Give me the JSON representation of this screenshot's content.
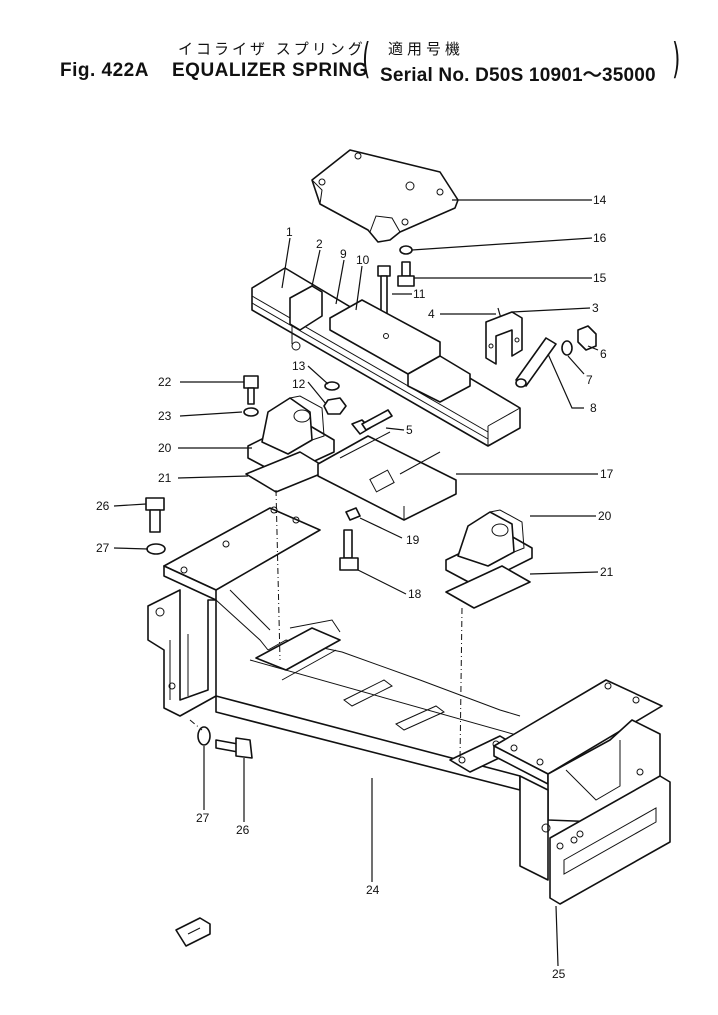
{
  "header": {
    "jp_title": "イコライザ スプリング",
    "jp_applicability": "適用号機",
    "fig_label": "Fig. 422A",
    "title": "EQUALIZER SPRING",
    "serial": "Serial No. D50S 10901～35000"
  },
  "callouts": [
    {
      "id": "c14",
      "label": "14"
    },
    {
      "id": "c16",
      "label": "16"
    },
    {
      "id": "c15",
      "label": "15"
    },
    {
      "id": "c1",
      "label": "1"
    },
    {
      "id": "c2",
      "label": "2"
    },
    {
      "id": "c9",
      "label": "9"
    },
    {
      "id": "c10",
      "label": "10"
    },
    {
      "id": "c11",
      "label": "11"
    },
    {
      "id": "c4",
      "label": "4"
    },
    {
      "id": "c3",
      "label": "3"
    },
    {
      "id": "c6",
      "label": "6"
    },
    {
      "id": "c7",
      "label": "7"
    },
    {
      "id": "c8",
      "label": "8"
    },
    {
      "id": "c13",
      "label": "13"
    },
    {
      "id": "c12",
      "label": "12"
    },
    {
      "id": "c22",
      "label": "22"
    },
    {
      "id": "c23",
      "label": "23"
    },
    {
      "id": "c5",
      "label": "5"
    },
    {
      "id": "c20a",
      "label": "20"
    },
    {
      "id": "c21a",
      "label": "21"
    },
    {
      "id": "c17",
      "label": "17"
    },
    {
      "id": "c26a",
      "label": "26"
    },
    {
      "id": "c27a",
      "label": "27"
    },
    {
      "id": "c19",
      "label": "19"
    },
    {
      "id": "c20b",
      "label": "20"
    },
    {
      "id": "c21b",
      "label": "21"
    },
    {
      "id": "c18",
      "label": "18"
    },
    {
      "id": "c27b",
      "label": "27"
    },
    {
      "id": "c26b",
      "label": "26"
    },
    {
      "id": "c24",
      "label": "24"
    },
    {
      "id": "c25",
      "label": "25"
    }
  ]
}
